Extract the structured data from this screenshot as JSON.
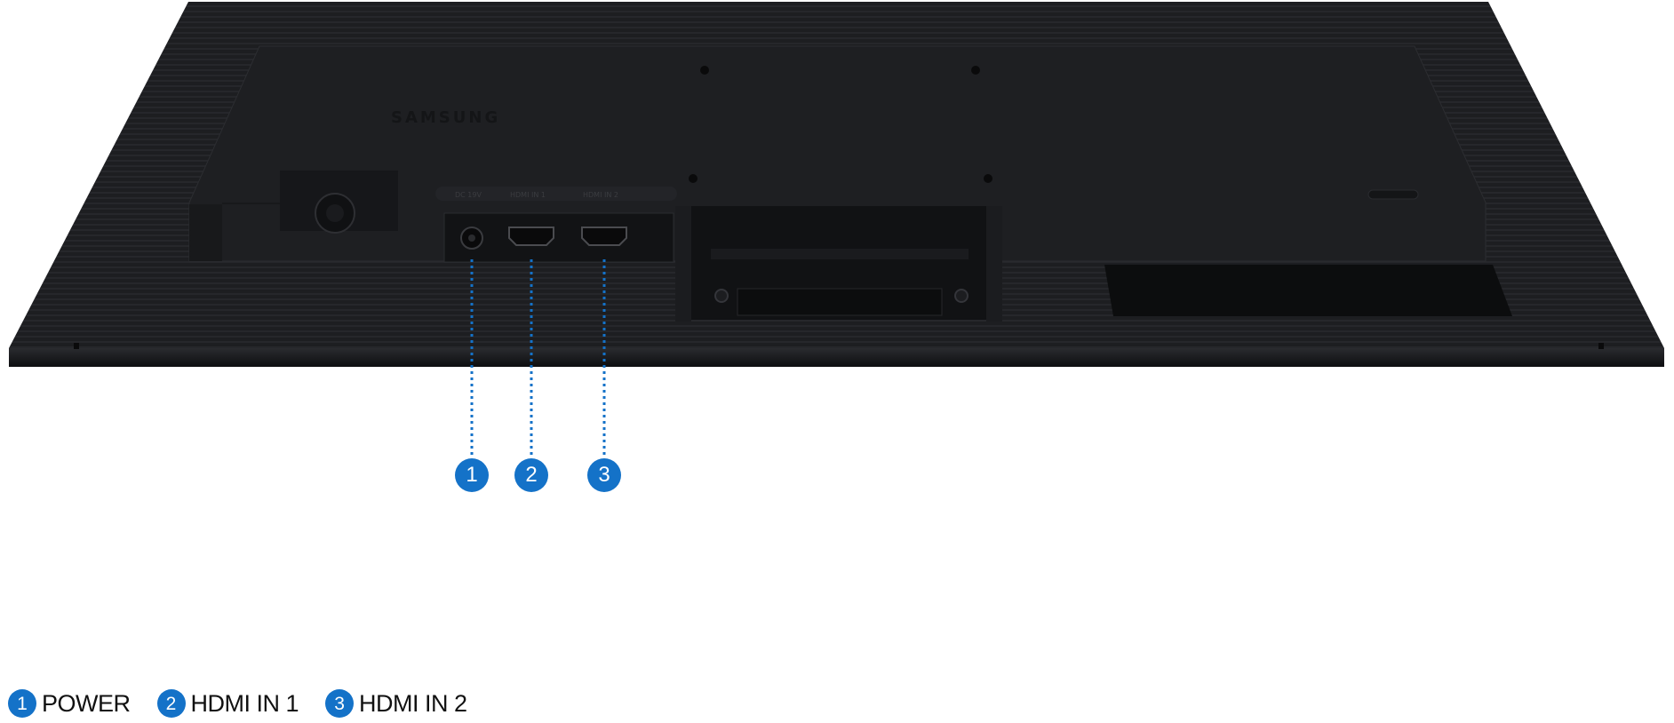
{
  "monitor": {
    "brand_text": "SAMSUNG",
    "port_labels": [
      "DC 19V",
      "HDMI IN 1",
      "HDMI IN 2"
    ]
  },
  "callouts": [
    {
      "number": "1"
    },
    {
      "number": "2"
    },
    {
      "number": "3"
    }
  ],
  "legend": [
    {
      "number": "1",
      "label": "POWER"
    },
    {
      "number": "2",
      "label": "HDMI IN 1"
    },
    {
      "number": "3",
      "label": "HDMI IN 2"
    }
  ],
  "colors": {
    "accent": "#1472c8",
    "body": "#1c1d20",
    "text": "#111111"
  }
}
